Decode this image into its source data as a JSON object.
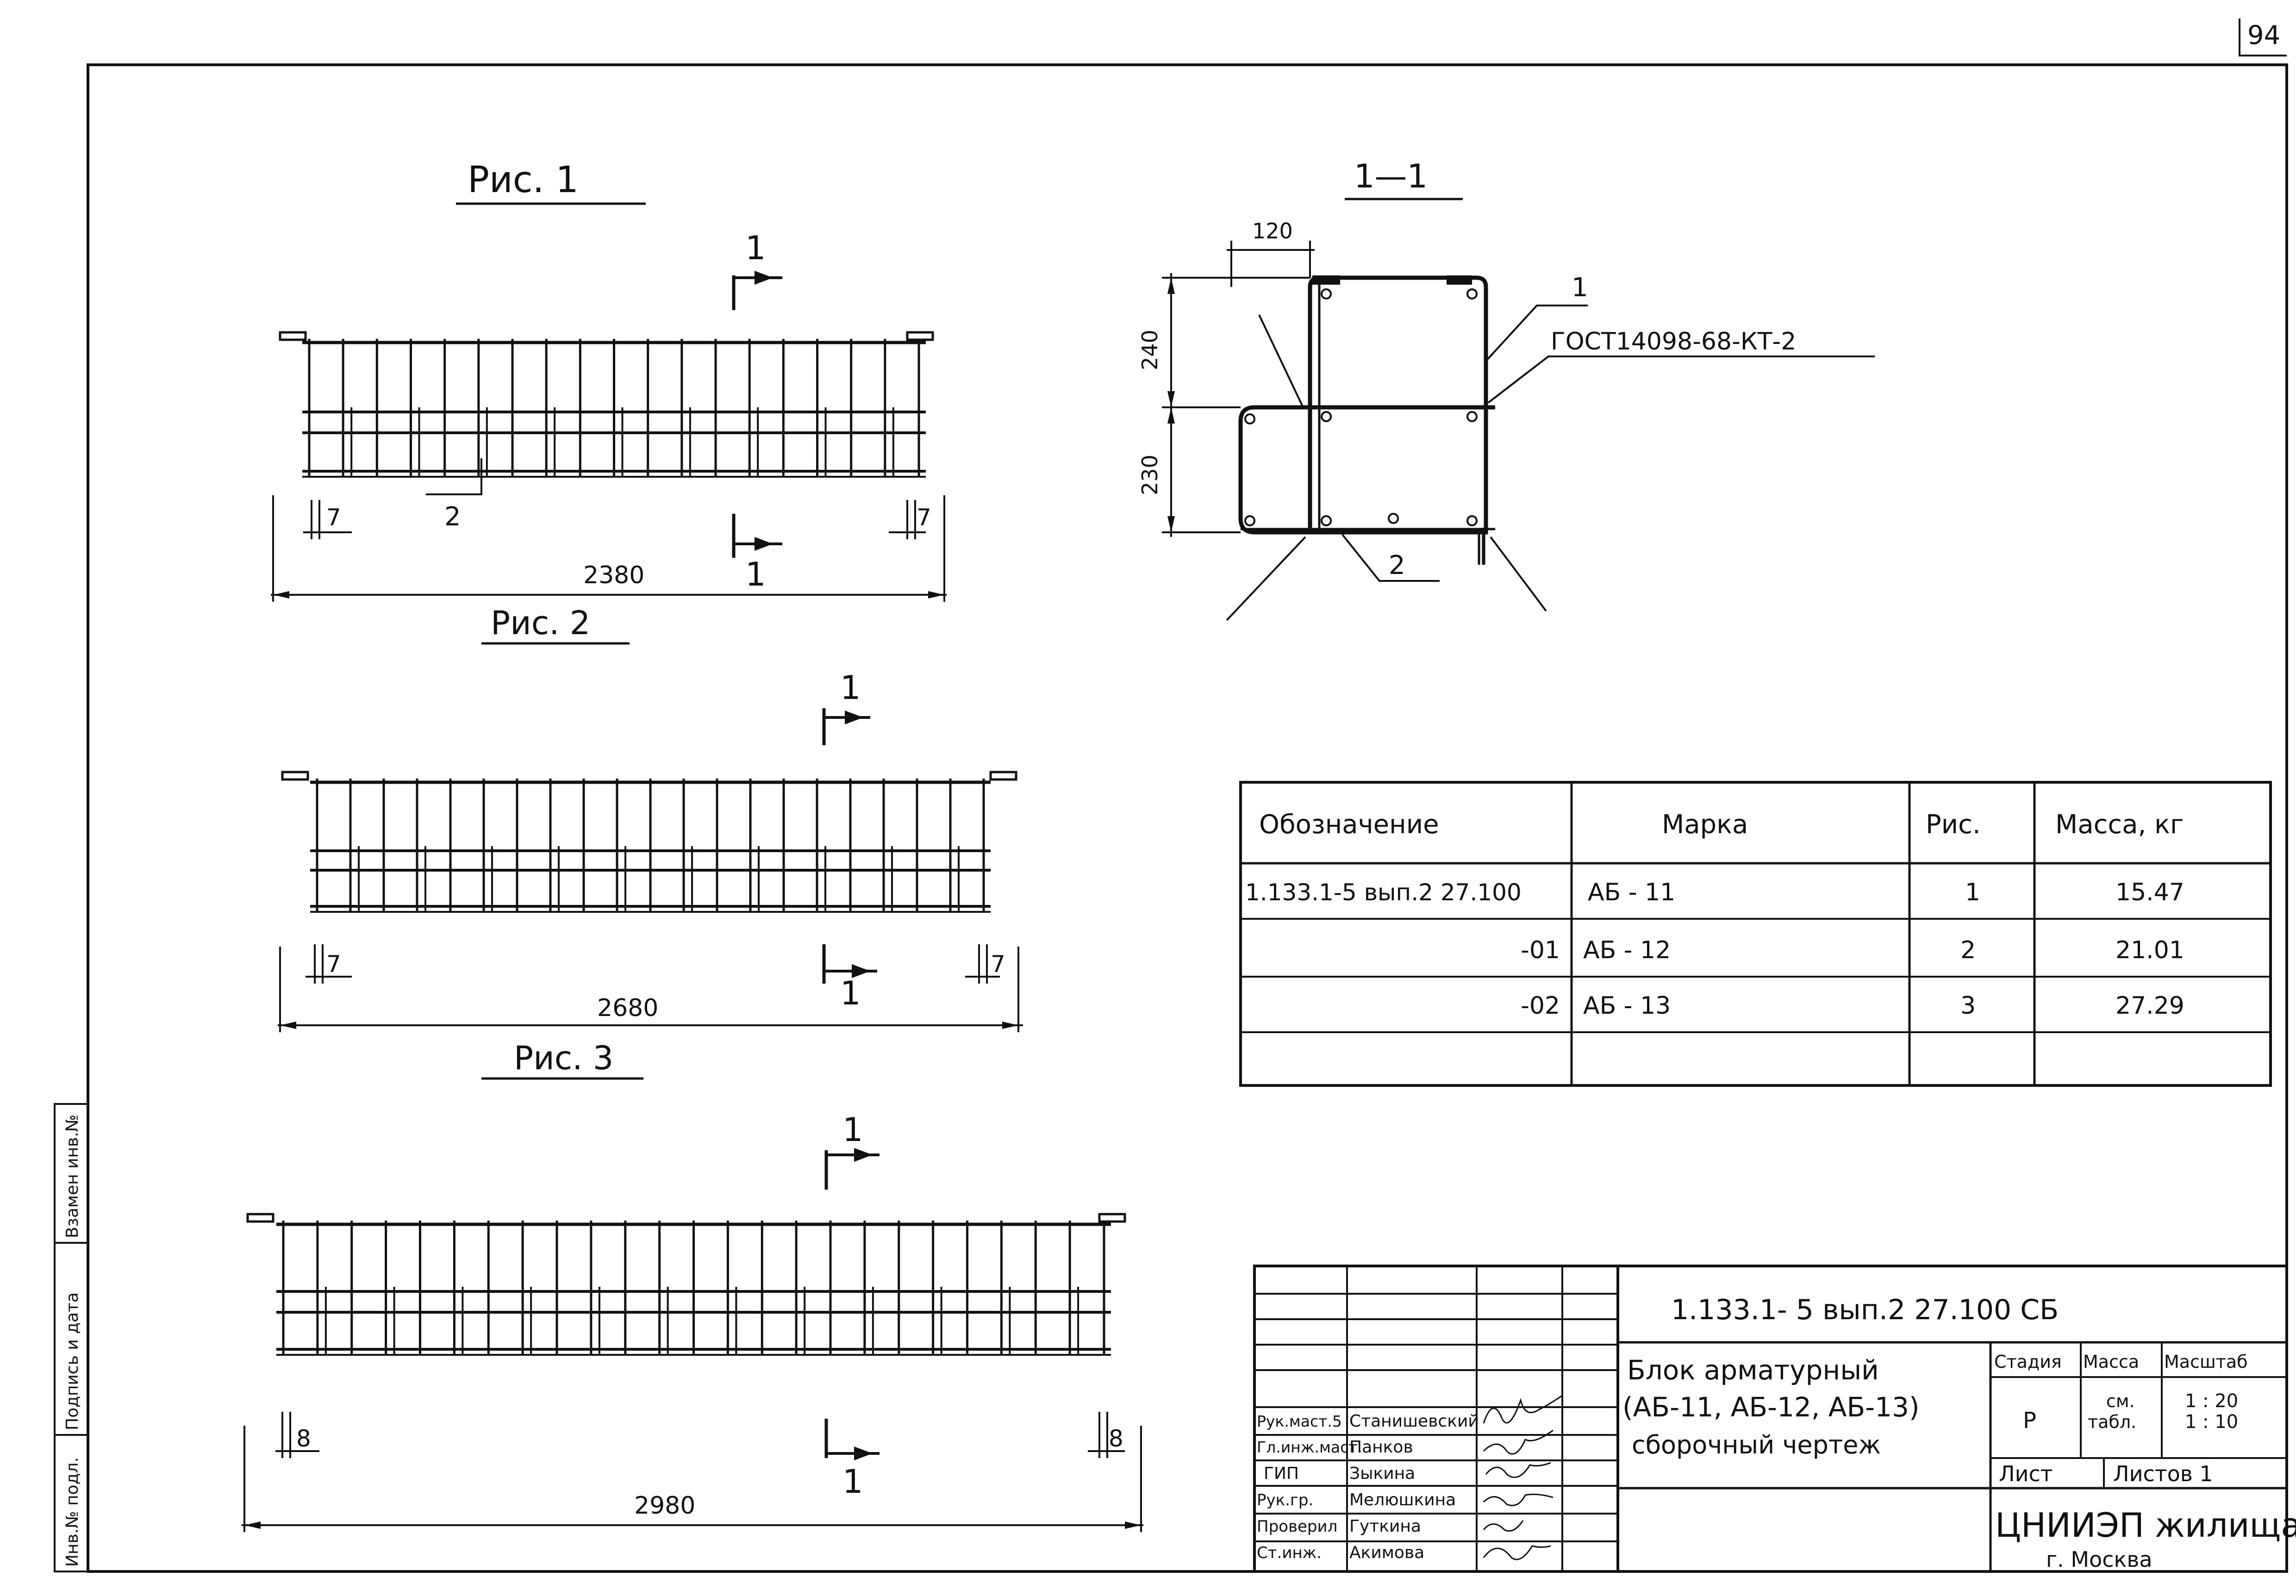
{
  "page_number": "94",
  "figures": {
    "fig1": {
      "title": "Рис. 1",
      "length": "2380",
      "end_gap": "7",
      "callout_2": "2",
      "section_mark": "1"
    },
    "fig2": {
      "title": "Рис. 2",
      "length": "2680",
      "end_gap": "7",
      "section_mark": "1"
    },
    "fig3": {
      "title": "Рис. 3",
      "length": "2980",
      "end_gap": "8",
      "section_mark": "1"
    }
  },
  "section": {
    "title": "1—1",
    "dim_width": "120",
    "dim_top": "240",
    "dim_bottom": "230",
    "callout_1": "1",
    "callout_2": "2",
    "weld_note": "ГОСТ14098-68-КТ-2"
  },
  "spec_table": {
    "headers": [
      "Обозначение",
      "Марка",
      "Рис.",
      "Масса, кг"
    ],
    "rows": [
      {
        "designation": "1.133.1-5 вып.2 27.100",
        "mark": "АБ - 11",
        "fig": "1",
        "mass": "15.47"
      },
      {
        "designation": "-01",
        "mark": "АБ - 12",
        "fig": "2",
        "mass": "21.01"
      },
      {
        "designation": "-02",
        "mark": "АБ - 13",
        "fig": "3",
        "mass": "27.29"
      },
      {
        "designation": "",
        "mark": "",
        "fig": "",
        "mass": ""
      }
    ]
  },
  "title_block": {
    "doc_code": "1.133.1- 5 вып.2  27.100 СБ",
    "name_line1": "Блок арматурный",
    "name_line2": "(АБ-11, АБ-12, АБ-13)",
    "name_line3": "сборочный чертеж",
    "stage_label": "Стадия",
    "mass_label": "Масса",
    "scale_label": "Масштаб",
    "stage_value": "Р",
    "mass_value_1": "см.",
    "mass_value_2": "табл.",
    "scale_value_1": "1 : 20",
    "scale_value_2": "1 : 10",
    "sheet_label": "Лист",
    "sheets_label": "Листов 1",
    "org_name": "ЦНИИЭП жилища",
    "org_city": "г. Москва",
    "signers": [
      {
        "role": "Рук.маст.5",
        "name": "Станишевский"
      },
      {
        "role": "Гл.инж.маст.",
        "name": "Панков"
      },
      {
        "role": "ГИП",
        "name": "Зыкина"
      },
      {
        "role": "Рук.гр.",
        "name": "Мелюшкина"
      },
      {
        "role": "Проверил",
        "name": "Гуткина"
      },
      {
        "role": "Ст.инж.",
        "name": "Акимова"
      }
    ]
  },
  "side_stamp": {
    "inv_podl": "Инв.№ подл.",
    "podpis": "Подпись и дата",
    "vzamen": "Взамен инв.№"
  }
}
